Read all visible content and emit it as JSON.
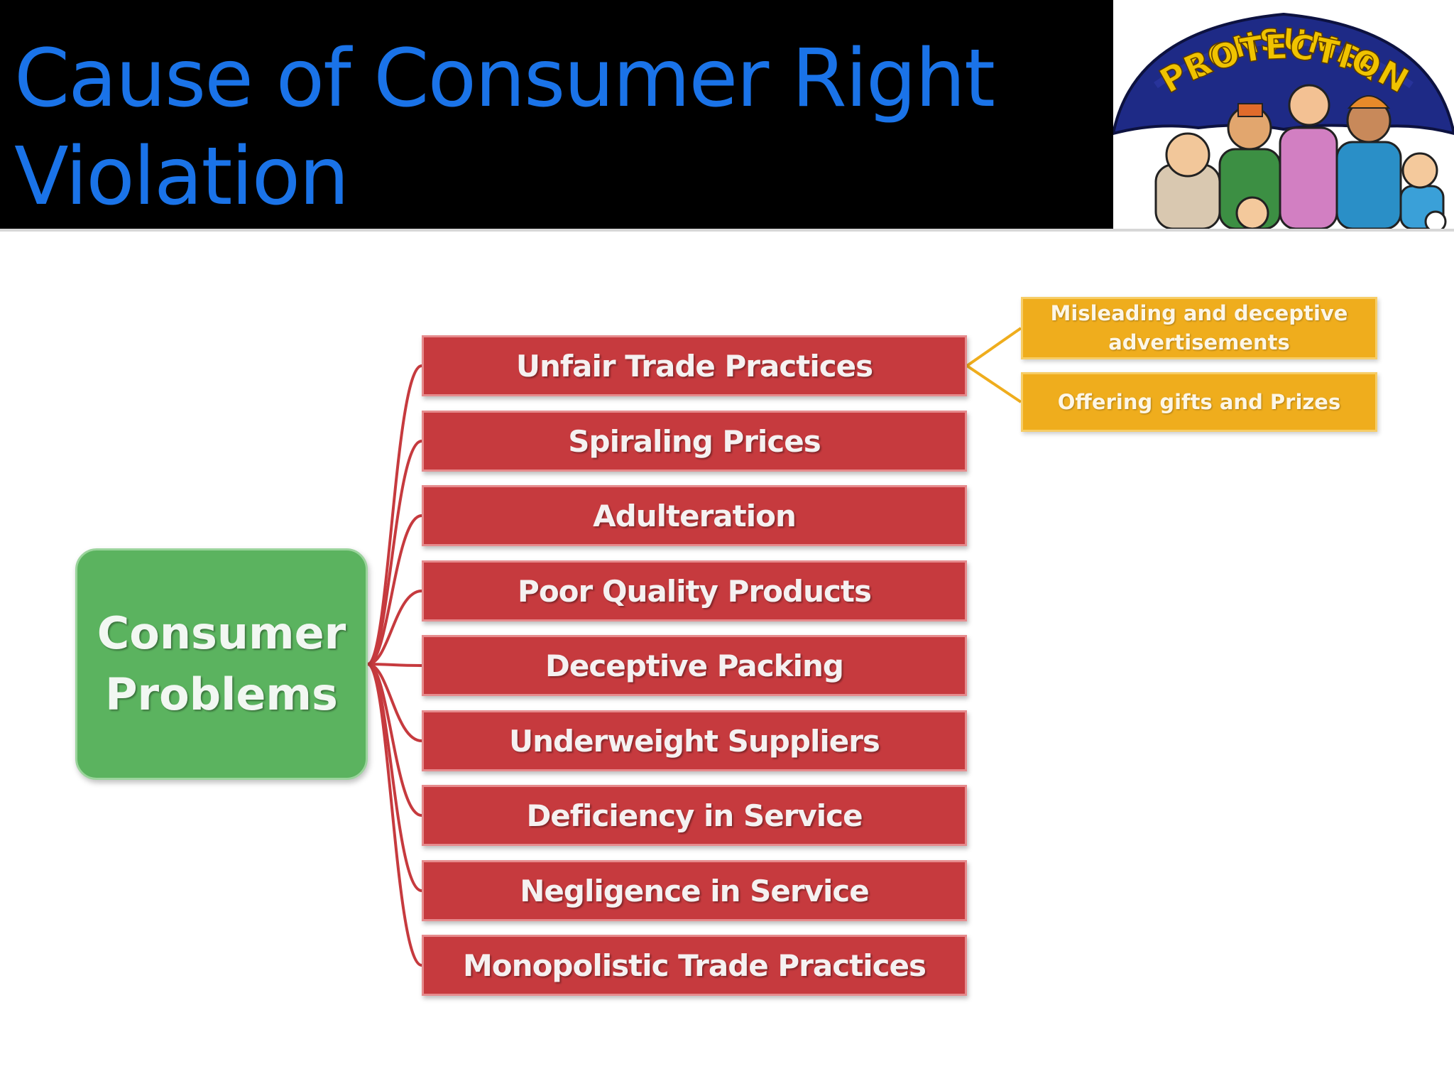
{
  "slide": {
    "title": "Cause of Consumer Right Violation"
  },
  "logo": {
    "text": "CONSUMER PROTECTION",
    "icon": "consumer-protection-umbrella-logo"
  },
  "diagram": {
    "root": {
      "label_line1": "Consumer",
      "label_line2": "Problems"
    },
    "categories": [
      "Unfair Trade Practices",
      "Spiraling Prices",
      "Adulteration",
      "Poor Quality Products",
      "Deceptive Packing",
      "Underweight Suppliers",
      "Deficiency in Service",
      "Negligence in Service",
      "Monopolistic Trade Practices"
    ],
    "subcategories": [
      "Misleading and deceptive advertisements",
      "Offering gifts and Prizes"
    ],
    "colors": {
      "root": "#5bb35f",
      "category": "#c63a3e",
      "subcategory": "#efad1d",
      "title": "#1a73e8"
    }
  }
}
